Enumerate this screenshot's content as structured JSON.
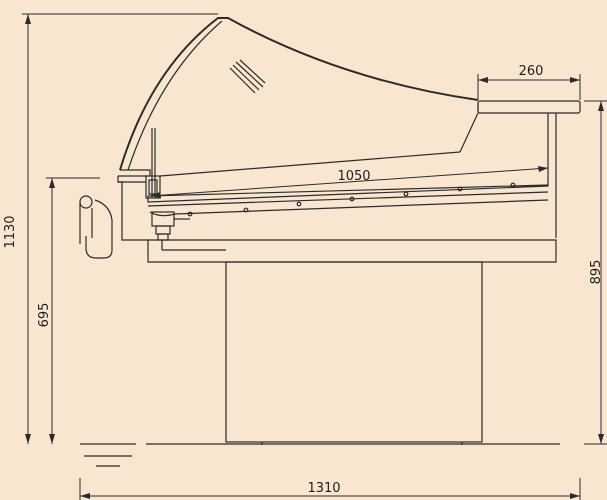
{
  "dimensions": {
    "total_height": "1130",
    "counter_height": "695",
    "right_height": "895",
    "top_depth": "260",
    "inner_depth": "1050",
    "total_depth": "1310"
  },
  "colors": {
    "background": "#f8e6d0",
    "line": "#2b2b2b"
  }
}
